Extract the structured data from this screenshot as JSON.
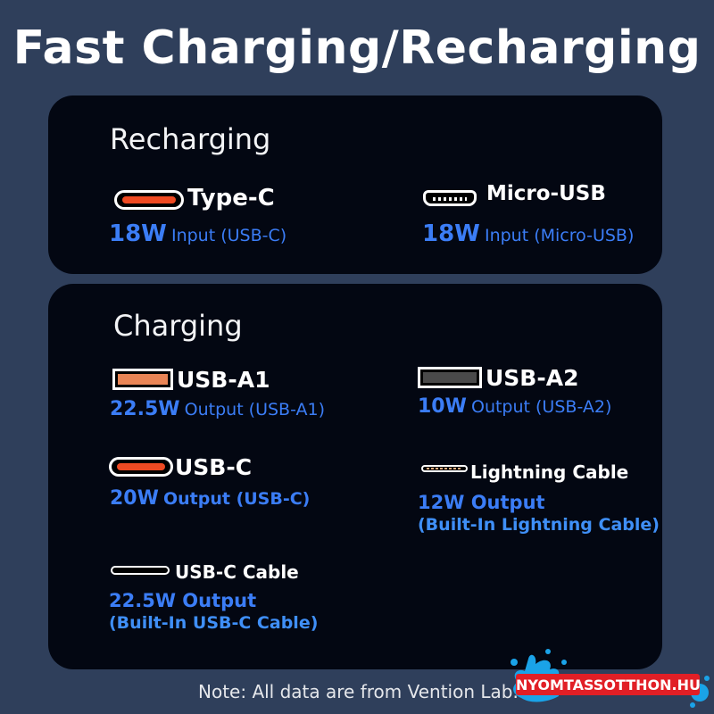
{
  "title": "Fast Charging/Recharging",
  "recharging": {
    "heading": "Recharging",
    "ports": [
      {
        "name": "Type-C",
        "watt": "18W",
        "desc": "Input (USB-C)",
        "icon": "usb-c-port-icon"
      },
      {
        "name": "Micro-USB",
        "watt": "18W",
        "desc": "Input (Micro-USB)",
        "icon": "micro-usb-port-icon"
      }
    ]
  },
  "charging": {
    "heading": "Charging",
    "ports": [
      {
        "name": "USB-A1",
        "watt": "22.5W",
        "desc": "Output (USB-A1)",
        "icon": "usb-a-port-icon"
      },
      {
        "name": "USB-A2",
        "watt": "10W",
        "desc": "Output (USB-A2)",
        "icon": "usb-a-port-icon"
      },
      {
        "name": "USB-C",
        "watt": "20W",
        "desc": "Output (USB-C)",
        "icon": "usb-c-port-icon"
      },
      {
        "name": "Lightning Cable",
        "line1": "12W Output",
        "line2": "(Built-In Lightning Cable)",
        "icon": "lightning-connector-icon"
      },
      {
        "name": "USB-C Cable",
        "line1": "22.5W Output",
        "line2": "(Built-In USB-C Cable)",
        "icon": "usb-c-cable-icon"
      }
    ]
  },
  "note": "Note: All data are from Vention Lab.",
  "watermark": "NYOMTASSOTTHON.HU",
  "colors": {
    "background": "#2f3f5b",
    "panel": "#030712",
    "accent_blue": "#3b7df6",
    "usb_c_orange": "#ef4a22",
    "usb_a1_orange": "#ea8555",
    "watermark_red": "#e11f26",
    "watermark_splash": "#1aa3e8"
  }
}
